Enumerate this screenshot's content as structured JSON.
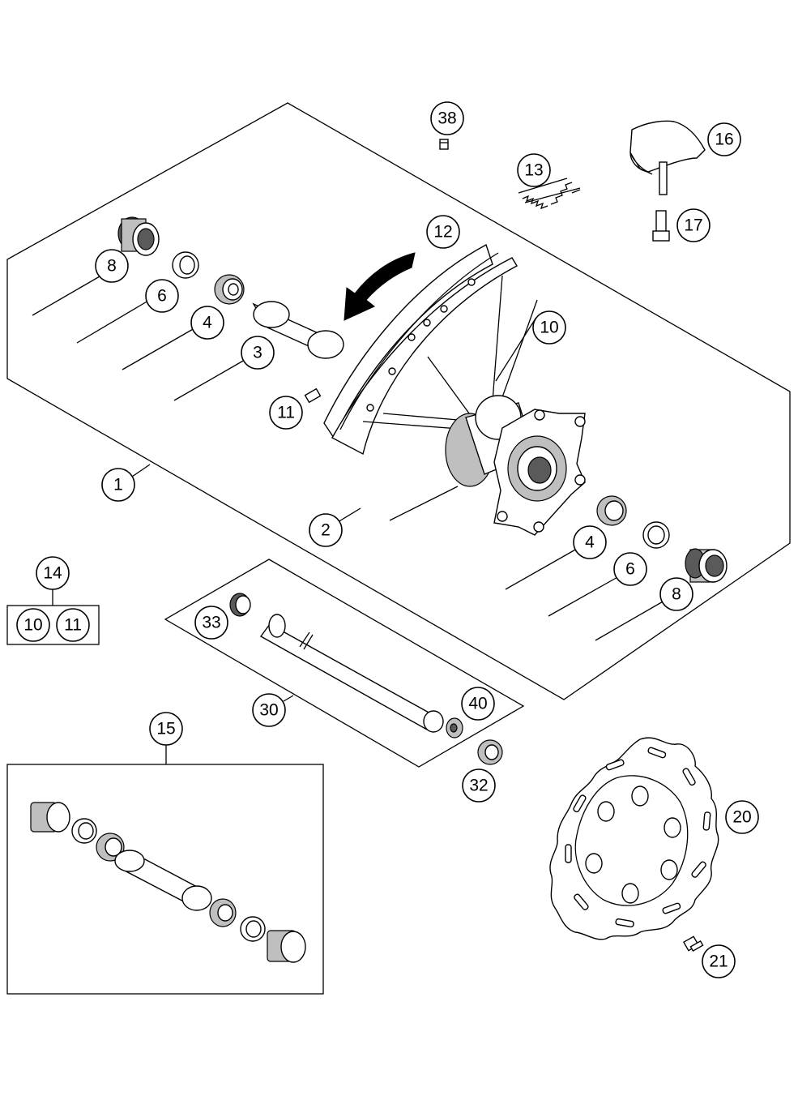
{
  "callouts": {
    "c1": "1",
    "c2": "2",
    "c3": "3",
    "c4a": "4",
    "c4b": "4",
    "c6a": "6",
    "c6b": "6",
    "c8a": "8",
    "c8b": "8",
    "c10a": "10",
    "c10b": "10",
    "c11a": "11",
    "c11b": "11",
    "c12": "12",
    "c13": "13",
    "c14": "14",
    "c15": "15",
    "c16": "16",
    "c17": "17",
    "c20": "20",
    "c21": "21",
    "c30": "30",
    "c32": "32",
    "c33": "33",
    "c38": "38",
    "c40": "40"
  }
}
